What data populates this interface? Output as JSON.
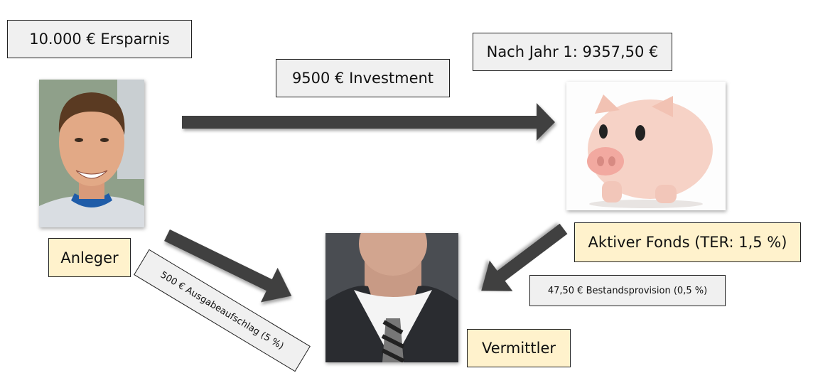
{
  "labels": {
    "savings": "10.000 € Ersparnis",
    "investment": "9500 € Investment",
    "after_year": "Nach Jahr 1: 9357,50 €",
    "investor": "Anleger",
    "fund": "Aktiver Fonds (TER: 1,5 %)",
    "front_load": "500 € Ausgabeaufschlag (5 %)",
    "trail_commission": "47,50 € Bestandsprovision (0,5 %)",
    "broker": "Vermittler"
  },
  "colors": {
    "gray_box": "#f0f0f0",
    "yellow_box": "#fff2cc",
    "arrow": "#3f3f3f"
  }
}
